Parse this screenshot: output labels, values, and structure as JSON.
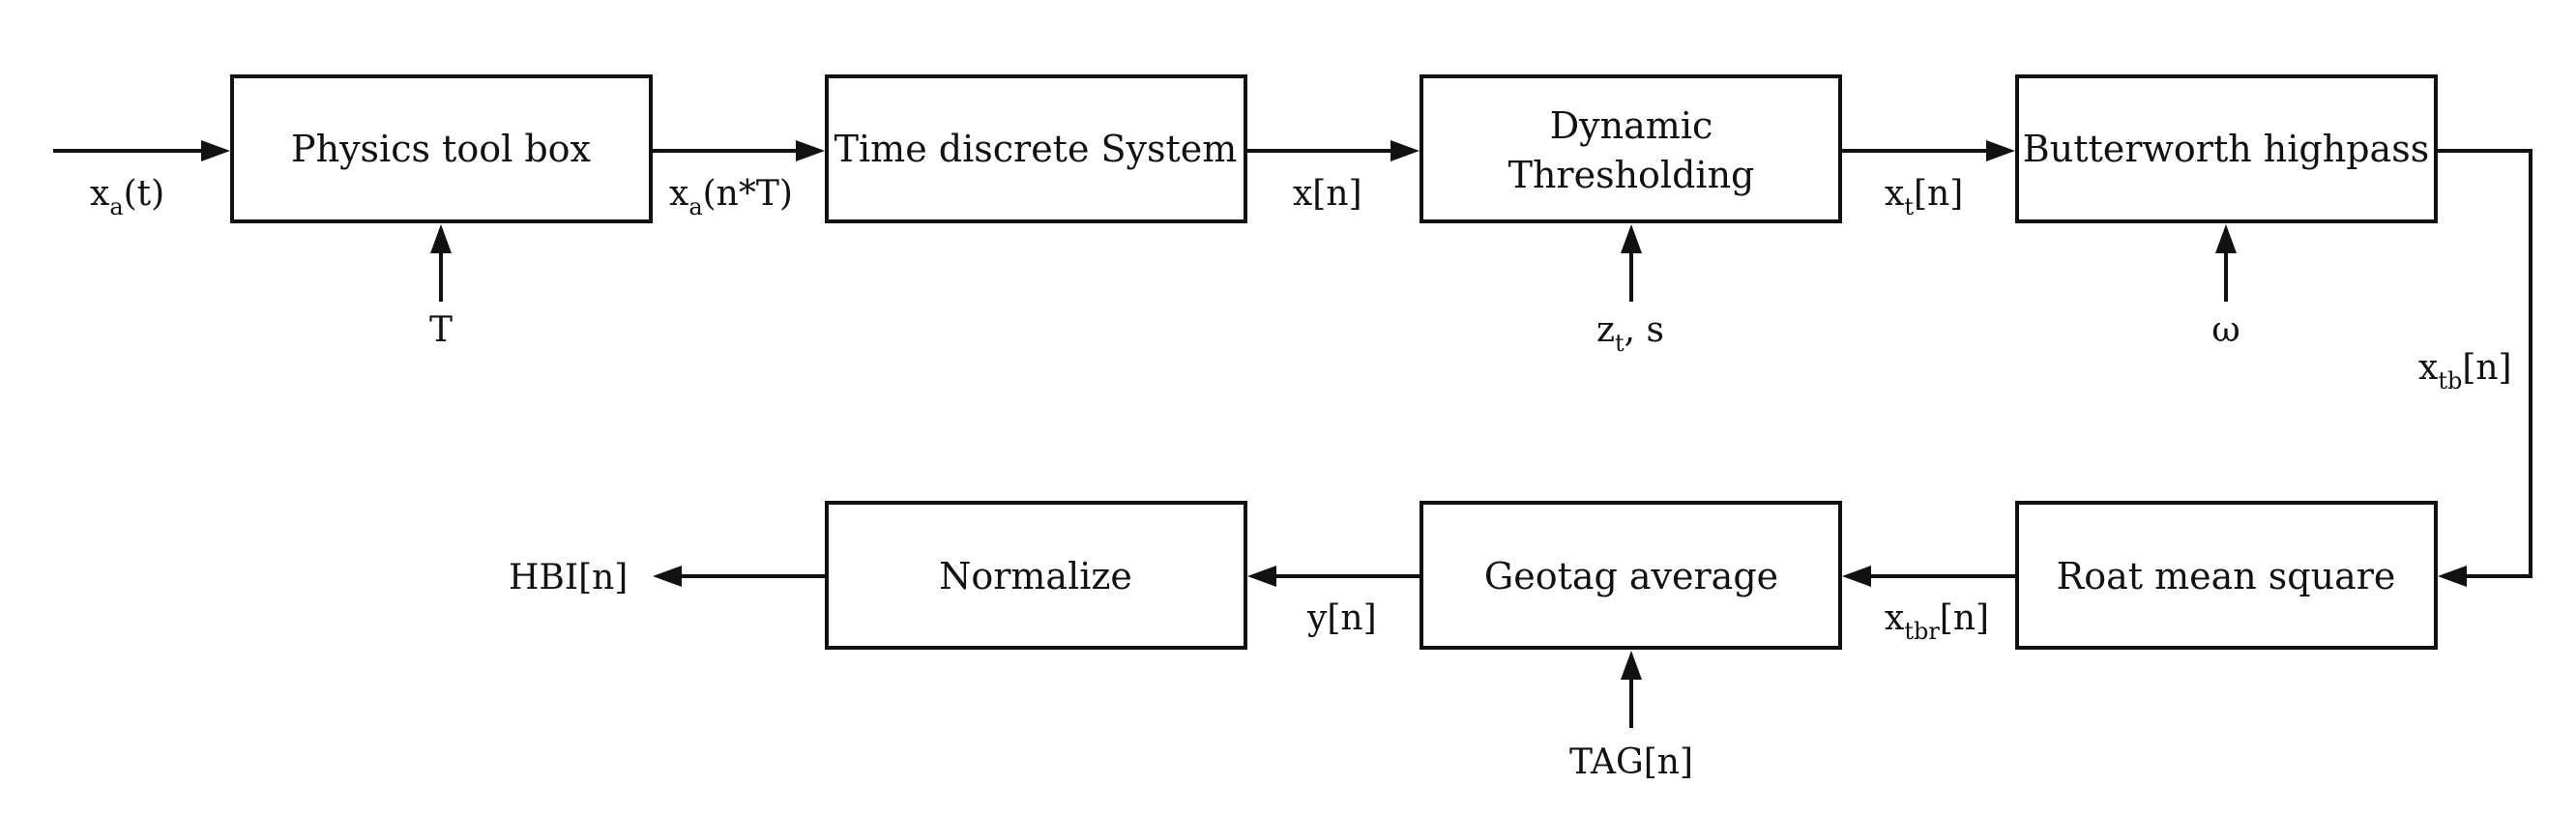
{
  "blocks": {
    "physics": "Physics tool box",
    "timediscrete": "Time discrete System",
    "dynamic_line1": "Dynamic",
    "dynamic_line2": "Thresholding",
    "butterworth": "Butterworth highpass",
    "rms": "Roat mean square",
    "geotag": "Geotag average",
    "normalize": "Normalize"
  },
  "signals": {
    "input": {
      "base": "x",
      "sub": "a",
      "suffix": "(t)"
    },
    "sampled": {
      "base": "x",
      "sub": "a",
      "suffix": "(n*T)"
    },
    "period": "T",
    "discrete": "x[n]",
    "thresholded": {
      "base": "x",
      "sub": "t",
      "suffix": "[n]"
    },
    "threshold_params": {
      "base": "z",
      "sub": "t",
      "suffix": ", s"
    },
    "cutoff": "ω",
    "highpassed": {
      "base": "x",
      "sub": "tb",
      "suffix": "[n]"
    },
    "rms_out": {
      "base": "x",
      "sub": "tbr",
      "suffix": "[n]"
    },
    "tags": "TAG[n]",
    "averaged": "y[n]",
    "output": "HBI[n]"
  }
}
